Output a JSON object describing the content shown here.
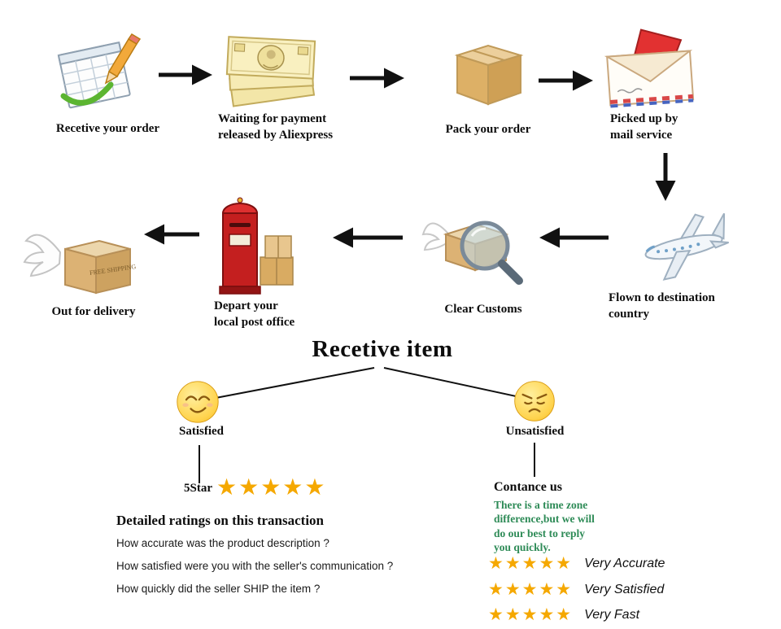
{
  "flow": {
    "row1": [
      {
        "label": "Recetive your order"
      },
      {
        "label": "Waiting for payment\nreleased by Aliexpress"
      },
      {
        "label": "Pack your order"
      },
      {
        "label": "Picked up by\nmail service"
      }
    ],
    "row2": [
      {
        "label": "Flown to destination\ncountry"
      },
      {
        "label": "Clear Customs"
      },
      {
        "label": "Depart your\nlocal post office"
      },
      {
        "label": "Out for delivery"
      }
    ]
  },
  "receive": {
    "title": "Recetive item"
  },
  "satisfied_branch": {
    "face_label": "Satisfied",
    "five_star_label": "5Star",
    "stars": "★★★★★",
    "ratings_title": "Detailed ratings on this transaction",
    "questions": [
      "How accurate was the product description ?",
      "How satisfied were you with the seller's communication ?",
      "How quickly did the seller SHIP the item ?"
    ]
  },
  "unsatisfied_branch": {
    "face_label": "Unsatisfied",
    "contact_title": "Contance us",
    "note": "There is a time zone\ndifference,but we will\ndo  our best to reply\nyou quickly.",
    "ratings": [
      {
        "stars": "★★★★★",
        "label": "Very Accurate"
      },
      {
        "stars": "★★★★★",
        "label": "Very Satisfied"
      },
      {
        "stars": "★★★★★",
        "label": "Very Fast"
      }
    ]
  },
  "icons": {
    "delivery_stamp": "FREE SHIPPING"
  },
  "colors": {
    "star_gold": "#F5A800",
    "note_green": "#2e8b57",
    "arrow_black": "#111111",
    "postbox_red": "#c41f1f",
    "box_tan": "#dcb274"
  }
}
